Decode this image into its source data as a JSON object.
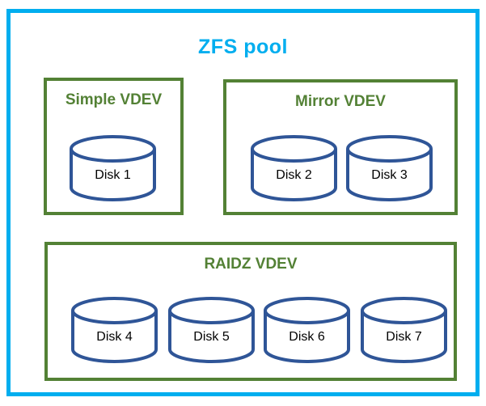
{
  "title": "ZFS pool",
  "colors": {
    "pool_border": "#00AEEF",
    "title_color": "#00AEEF",
    "vdev_border": "#538135",
    "vdev_text": "#538135",
    "disk_stroke": "#2F5597",
    "disk_text": "#000000",
    "bg": "#FFFFFF"
  },
  "vdevs": [
    {
      "label": "Simple VDEV",
      "disks": [
        "Disk 1"
      ]
    },
    {
      "label": "Mirror VDEV",
      "disks": [
        "Disk 2",
        "Disk 3"
      ]
    },
    {
      "label": "RAIDZ VDEV",
      "disks": [
        "Disk 4",
        "Disk 5",
        "Disk 6",
        "Disk 7"
      ]
    }
  ]
}
